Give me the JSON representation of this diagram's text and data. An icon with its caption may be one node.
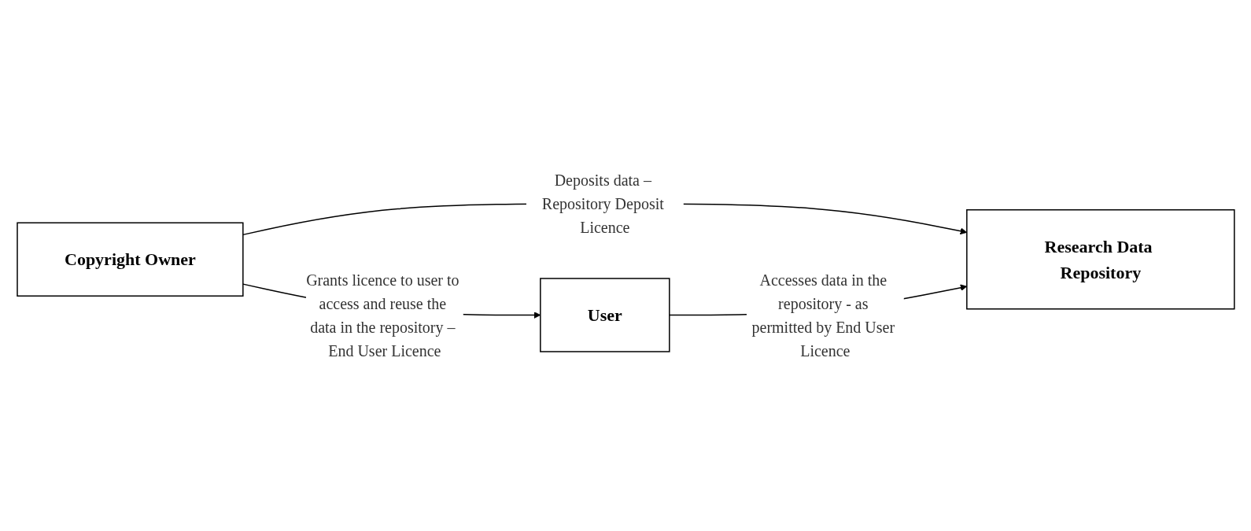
{
  "diagram": {
    "nodes": [
      {
        "text": [
          "Copyright Owner"
        ]
      },
      {
        "text": [
          "Research Data Repository"
        ]
      },
      {
        "text": [
          "User"
        ]
      }
    ],
    "edges": [
      {
        "from": 0,
        "to": 1,
        "arrow": "to",
        "label": "Deposits data – Repository Deposit Licence"
      },
      {
        "from": 0,
        "to": 2,
        "arrow": "to",
        "label": "Grants licence to user to access and reuse the data in the repository – End User Licence"
      },
      {
        "from": 2,
        "to": 1,
        "arrow": "to",
        "label": "Accesses data in the repository - as permitted by End User Licence"
      }
    ]
  }
}
